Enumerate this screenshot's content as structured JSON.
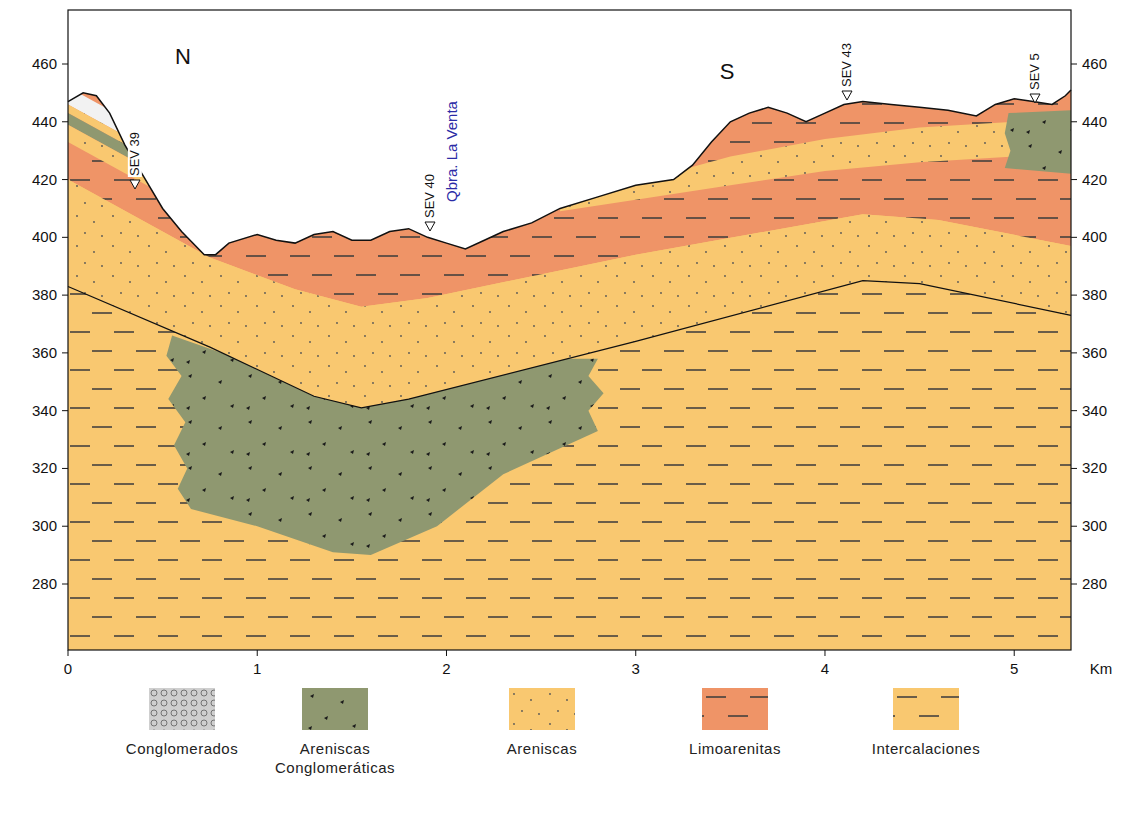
{
  "diagram": {
    "nodes": [],
    "edges": [],
    "labels": [
      "N",
      "S",
      "SEV 39",
      "SEV 40",
      "Qbra. La Venta",
      "SEV 43",
      "SEV 5",
      "460",
      "440",
      "420",
      "400",
      "380",
      "360",
      "340",
      "320",
      "300",
      "280",
      "460",
      "440",
      "420",
      "400",
      "380",
      "360",
      "340",
      "320",
      "300",
      "280",
      "0",
      "1",
      "2",
      "3",
      "4",
      "5",
      "Km"
    ],
    "legend": [
      {
        "text": "Conglomerados"
      },
      {
        "text": "Areniscas Conglomeráticas",
        "color": "#8f9870"
      },
      {
        "text": "Areniscas",
        "color": "#f9c870"
      },
      {
        "text": "Limoarenitas",
        "color": "#ef9467"
      },
      {
        "text": "Intercalaciones",
        "color": "#f9c870"
      }
    ]
  }
}
